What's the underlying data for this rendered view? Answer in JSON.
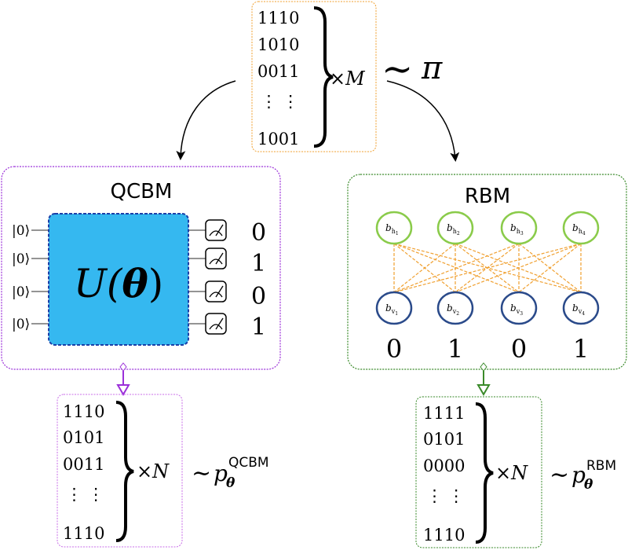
{
  "data_box": {
    "rows": [
      "1110",
      "1010",
      "0011",
      "⋮   ⋮",
      "1001"
    ],
    "multiplier": "×M",
    "dist_symbol": "∼",
    "dist": "π",
    "border_color": "#f0a030"
  },
  "qcbm": {
    "title": "QCBM",
    "qubit_label": "|0⟩",
    "gate": {
      "prefix": "U(",
      "param": "θ",
      "suffix": ")"
    },
    "outputs": [
      "0",
      "1",
      "0",
      "1"
    ],
    "border_color": "#9b30d9",
    "gate_fill": "#35b8f0",
    "gate_border": "#1a3fa8"
  },
  "rbm": {
    "title": "RBM",
    "hidden": [
      {
        "base": "b",
        "sub": "h",
        "subsub": "1"
      },
      {
        "base": "b",
        "sub": "h",
        "subsub": "2"
      },
      {
        "base": "b",
        "sub": "h",
        "subsub": "3"
      },
      {
        "base": "b",
        "sub": "h",
        "subsub": "4"
      }
    ],
    "visible": [
      {
        "base": "b",
        "sub": "v",
        "subsub": "1"
      },
      {
        "base": "b",
        "sub": "v",
        "subsub": "2"
      },
      {
        "base": "b",
        "sub": "v",
        "subsub": "3"
      },
      {
        "base": "b",
        "sub": "v",
        "subsub": "4"
      }
    ],
    "outputs": [
      "0",
      "1",
      "0",
      "1"
    ],
    "border_color": "#3a8a2a",
    "hidden_color": "#8acb4a",
    "visible_color": "#2a4a8a",
    "edge_color": "#f0a030"
  },
  "qcbm_samples": {
    "rows": [
      "1110",
      "0101",
      "0011",
      "⋮   ⋮",
      "1110"
    ],
    "multiplier": "×N",
    "dist_symbol": "∼",
    "dist_base": "p",
    "dist_sub": "θ",
    "dist_sup": "QCBM",
    "border_color": "#c86ee8",
    "arrow_color": "#9b30d9"
  },
  "rbm_samples": {
    "rows": [
      "1111",
      "0101",
      "0000",
      "⋮   ⋮",
      "1110"
    ],
    "multiplier": "×N",
    "dist_symbol": "∼",
    "dist_base": "p",
    "dist_sub": "θ",
    "dist_sup": "RBM",
    "border_color": "#3a8a2a",
    "arrow_color": "#3a8a2a"
  }
}
